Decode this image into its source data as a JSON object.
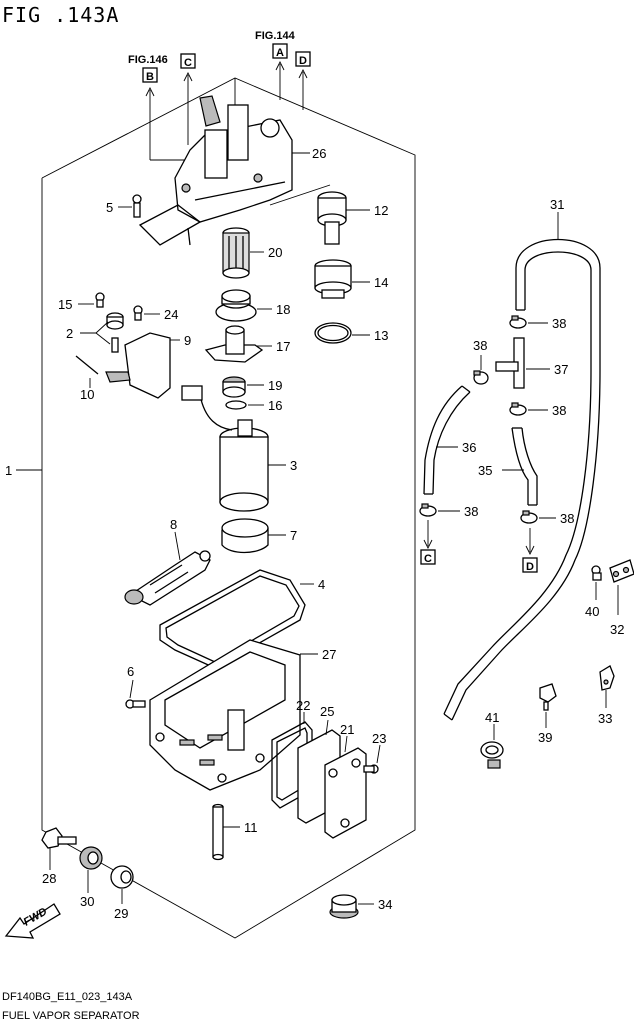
{
  "title": "FIG .143A",
  "fig_refs": {
    "fig146": "FIG.146",
    "fig144": "FIG.144"
  },
  "connectors": {
    "a": "A",
    "b": "B",
    "c": "C",
    "d": "D"
  },
  "parts": {
    "p1": "1",
    "p2": "2",
    "p3": "3",
    "p4": "4",
    "p5": "5",
    "p6": "6",
    "p7": "7",
    "p8": "8",
    "p9": "9",
    "p10": "10",
    "p11": "11",
    "p12": "12",
    "p13": "13",
    "p14": "14",
    "p15": "15",
    "p16": "16",
    "p17": "17",
    "p18": "18",
    "p19": "19",
    "p20": "20",
    "p21": "21",
    "p22": "22",
    "p23": "23",
    "p24": "24",
    "p25": "25",
    "p26": "26",
    "p27": "27",
    "p28": "28",
    "p29": "29",
    "p30": "30",
    "p31": "31",
    "p32": "32",
    "p33": "33",
    "p34": "34",
    "p35": "35",
    "p36": "36",
    "p37": "37",
    "p38": "38",
    "p39": "39",
    "p40": "40",
    "p41": "41"
  },
  "fwd_label": "FWD",
  "footer": {
    "code": "DF140BG_E11_023_143A",
    "name": "FUEL VAPOR SEPARATOR"
  }
}
